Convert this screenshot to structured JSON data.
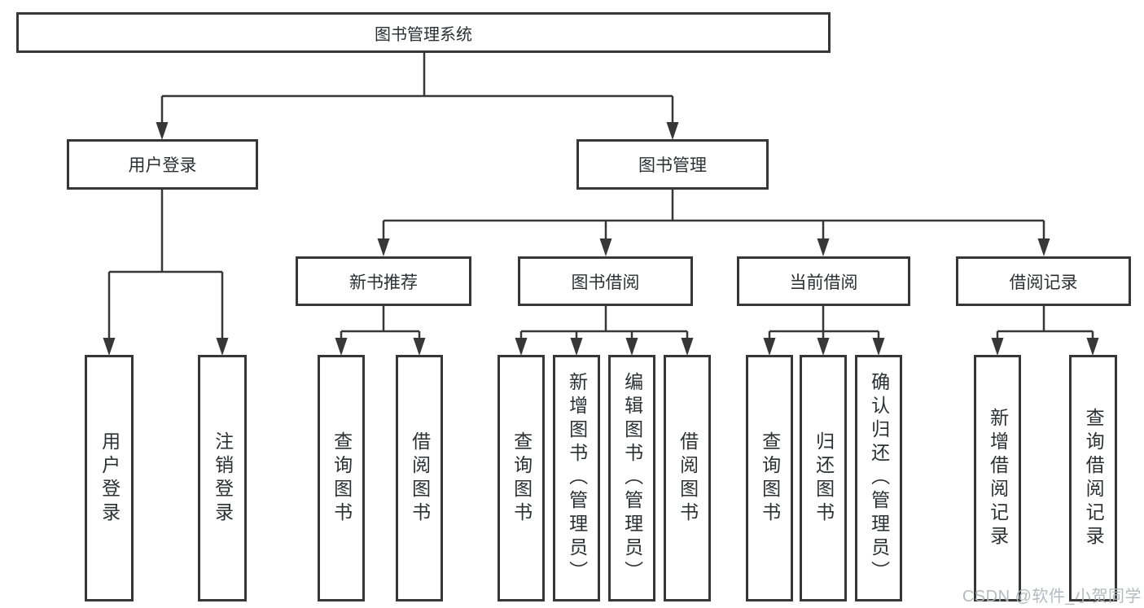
{
  "colors": {
    "line": "#373737",
    "box_border": "#373737",
    "text": "#2d2f31",
    "background": "#ffffff",
    "watermark_text_color": "#b2b6ba"
  },
  "watermark": "CSDN @软件_小贺同学",
  "nodes": {
    "root": "图书管理系统",
    "level2": {
      "user_login": "用户登录",
      "book_mgmt": "图书管理"
    },
    "level3": {
      "new_book_rec": "新书推荐",
      "book_borrow": "图书借阅",
      "current_borrow": "当前借阅",
      "borrow_records": "借阅记录"
    },
    "leaves": {
      "user_login": {
        "login": "用户登录",
        "logout": "注销登录"
      },
      "new_book_rec": {
        "query_book": "查询图书",
        "borrow_book": "借阅图书"
      },
      "book_borrow": {
        "query_book": "查询图书",
        "add_book": "新增图书（管理员）",
        "edit_book": "编辑图书（管理员）",
        "borrow_book": "借阅图书"
      },
      "current_borrow": {
        "query_book": "查询图书",
        "return_book": "归还图书",
        "confirm_return": "确认归还（管理员）"
      },
      "borrow_records": {
        "add_record": "新增借阅记录",
        "query_record": "查询借阅记录"
      }
    }
  }
}
